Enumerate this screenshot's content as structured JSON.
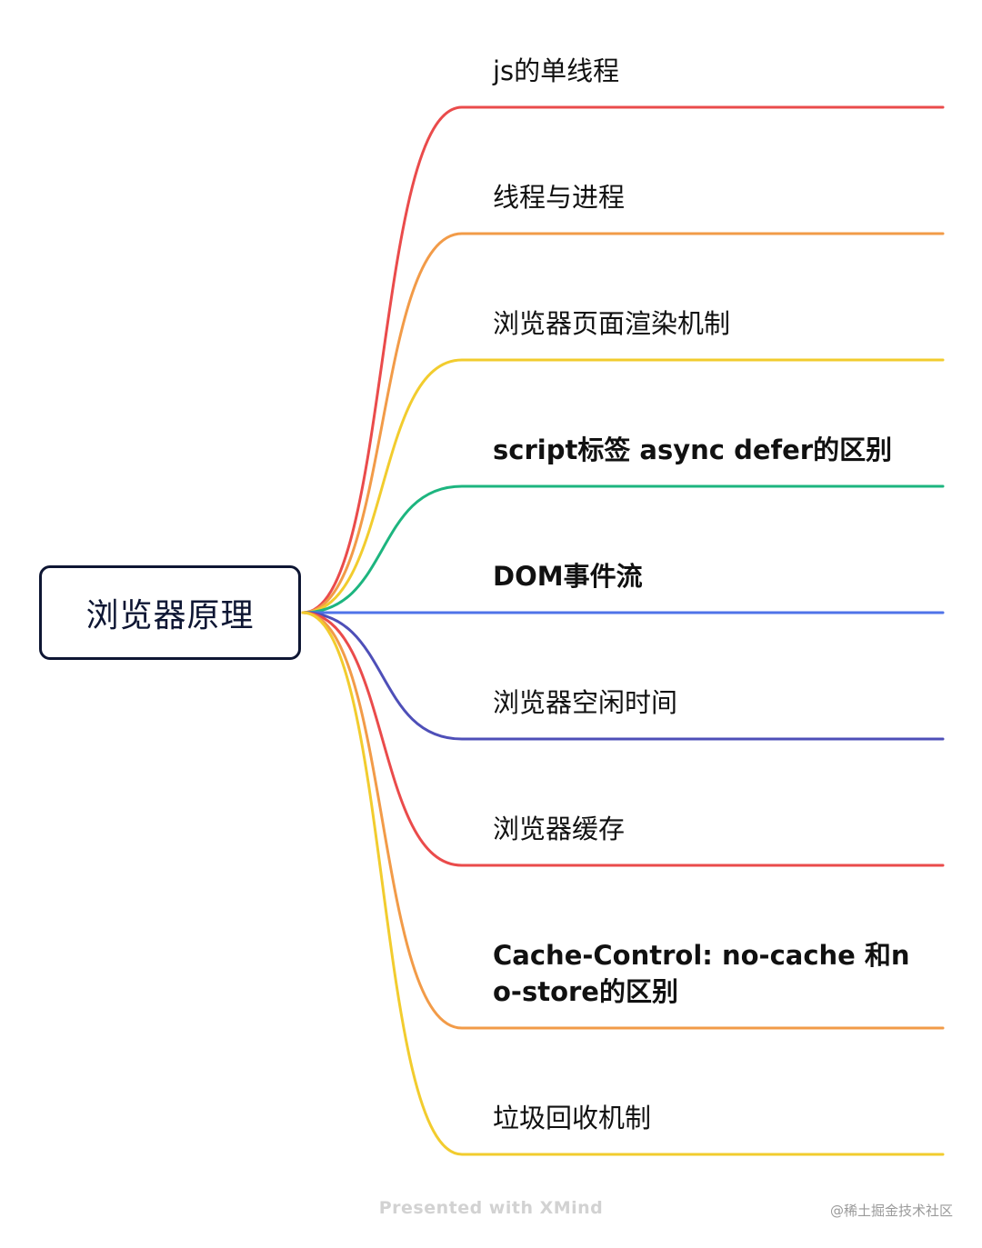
{
  "mindmap": {
    "root": {
      "label": "浏览器原理"
    },
    "branches": [
      {
        "label": "js的单线程",
        "color": "#ea4b4b",
        "bold": false
      },
      {
        "label": "线程与进程",
        "color": "#f29b48",
        "bold": false
      },
      {
        "label": "浏览器页面渲染机制",
        "color": "#f2cc2e",
        "bold": false
      },
      {
        "label": "script标签 async defer的区别",
        "color": "#1db57f",
        "bold": true
      },
      {
        "label": "DOM事件流",
        "color": "#4f73e8",
        "bold": true
      },
      {
        "label": "浏览器空闲时间",
        "color": "#4e4fb8",
        "bold": false
      },
      {
        "label": "浏览器缓存",
        "color": "#ea4b4b",
        "bold": false
      },
      {
        "label": "Cache-Control: no-cache 和no-store的区别",
        "color": "#f29b48",
        "bold": true
      },
      {
        "label": "垃圾回收机制",
        "color": "#f2cc2e",
        "bold": false
      }
    ]
  },
  "footer": {
    "credit": "Presented with XMind",
    "watermark": "@稀土掘金技术社区"
  }
}
